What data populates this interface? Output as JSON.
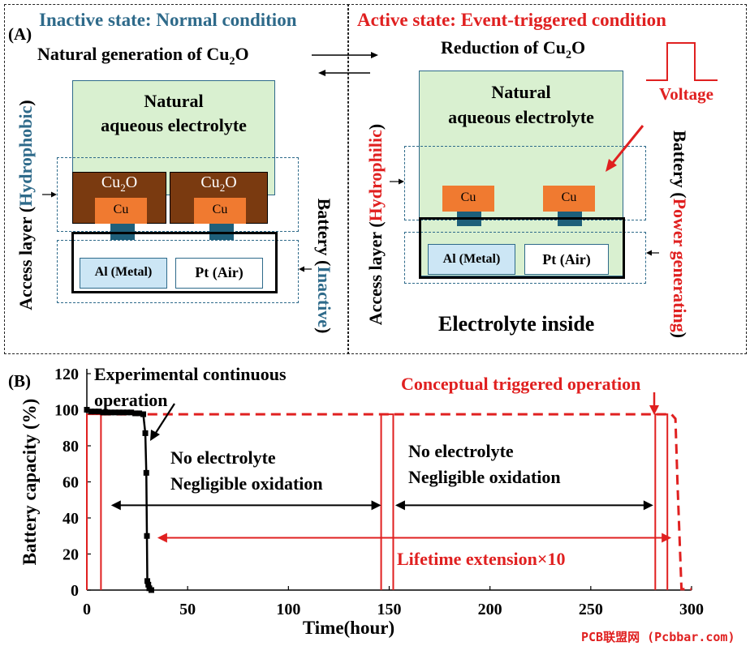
{
  "panelA": {
    "label": "(A)",
    "left": {
      "title": "Inactive state: Normal condition",
      "subtitle": "Natural generation of Cu",
      "subtitle_sub": "2",
      "subtitle_end": "O",
      "electrolyte_line1": "Natural",
      "electrolyte_line2": "aqueous electrolyte",
      "oxide": "Cu",
      "oxide_sub": "2",
      "oxide_end": "O",
      "cu": "Cu",
      "anode": "Al (Metal)",
      "cathode": "Pt (Air)",
      "side_left_prefix": "Access layer (",
      "side_left_state": "Hydrophobic",
      "side_left_suffix": ")",
      "side_right_prefix": "Battery (",
      "side_right_state": "Inactive",
      "side_right_suffix": ")"
    },
    "right": {
      "title": "Active state: Event-triggered condition",
      "subtitle": "Reduction of Cu",
      "subtitle_sub": "2",
      "subtitle_end": "O",
      "voltage": "Voltage",
      "electrolyte_line1": "Natural",
      "electrolyte_line2": "aqueous electrolyte",
      "cu": "Cu",
      "anode": "Al (Metal)",
      "cathode": "Pt (Air)",
      "bottom": "Electrolyte inside",
      "side_left_prefix": "Access layer (",
      "side_left_state": "Hydrophilic",
      "side_left_suffix": ")",
      "side_right_prefix": "Battery (",
      "side_right_state": "Power generating",
      "side_right_suffix": ")"
    },
    "colors": {
      "inactive": "#2e6a8a",
      "active": "#e02020",
      "electrolyte": "#d9f0d0",
      "oxide": "#7a3a10",
      "cu": "#f07a30",
      "contact": "#1e5f7a",
      "metal": "#cce6f5"
    }
  },
  "panelB": {
    "label": "(B)",
    "annot_experimental_1": "Experimental continuous",
    "annot_experimental_2": "operation",
    "annot_conceptual": "Conceptual triggered operation",
    "annot_no_electrolyte_1": "No electrolyte",
    "annot_oxidation_1": "Negligible oxidation",
    "annot_no_electrolyte_2": "No electrolyte",
    "annot_oxidation_2": "Negligible oxidation",
    "annot_lifetime": "Lifetime extension×10",
    "watermark": "PCB联盟网 (Pcbbar.com)"
  },
  "chart_data": {
    "type": "line",
    "xlabel": "Time(hour)",
    "ylabel": "Battery capacity (%)",
    "xlim": [
      0,
      300
    ],
    "ylim": [
      0,
      120
    ],
    "xticks": [
      0,
      50,
      100,
      150,
      200,
      250,
      300
    ],
    "yticks": [
      0,
      20,
      40,
      60,
      80,
      100,
      120
    ],
    "series": [
      {
        "style": "black-squares",
        "x": [
          0,
          2,
          4,
          6,
          8,
          10,
          12,
          14,
          16,
          18,
          20,
          22,
          24,
          26,
          28,
          29,
          29.5,
          29.8,
          30,
          30.5,
          31,
          32
        ],
        "y": [
          100,
          99,
          99,
          99,
          98.5,
          98.5,
          98.5,
          98.5,
          98.5,
          98.5,
          98.5,
          98.5,
          98,
          98,
          97.5,
          87,
          65,
          30,
          5,
          3,
          1,
          0
        ]
      },
      {
        "style": "red-dashed",
        "x": [
          0,
          5,
          30,
          290,
          292,
          293,
          295,
          300
        ],
        "y": [
          100,
          97.5,
          97.5,
          97.5,
          95,
          60,
          0.5,
          0.5
        ]
      }
    ],
    "pulses_x": [
      [
        0,
        7
      ],
      [
        146,
        152
      ],
      [
        282,
        288
      ]
    ],
    "pulse_height": 97.5
  }
}
